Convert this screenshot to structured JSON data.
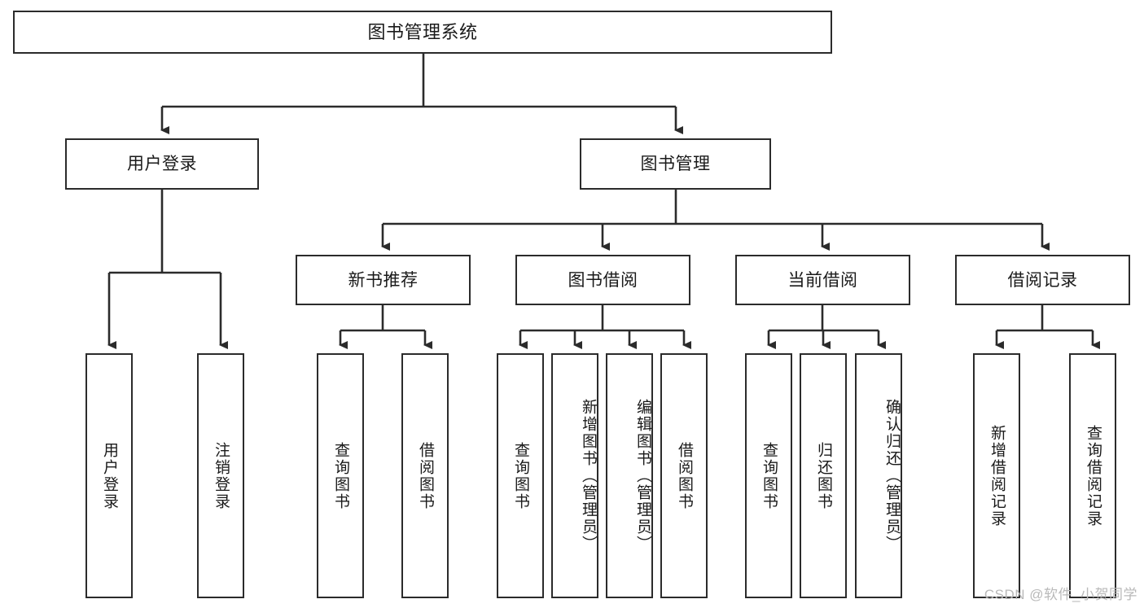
{
  "diagram": {
    "type": "tree-hierarchy",
    "title": "图书管理系统",
    "levels": 4,
    "root": {
      "label": "图书管理系统"
    },
    "level1": [
      {
        "label": "用户登录"
      },
      {
        "label": "图书管理"
      }
    ],
    "level2": [
      {
        "label": "新书推荐",
        "parent": "图书管理"
      },
      {
        "label": "图书借阅",
        "parent": "图书管理"
      },
      {
        "label": "当前借阅",
        "parent": "图书管理"
      },
      {
        "label": "借阅记录",
        "parent": "图书管理"
      }
    ],
    "leaves": {
      "user_login": [
        {
          "label": "用户登录"
        },
        {
          "label": "注销登录"
        }
      ],
      "new_book": [
        {
          "label": "查询图书"
        },
        {
          "label": "借阅图书"
        }
      ],
      "borrow_book": [
        {
          "label": "查询图书"
        },
        {
          "label": "新增图书（管理员）"
        },
        {
          "label": "编辑图书（管理员）"
        },
        {
          "label": "借阅图书"
        }
      ],
      "current_borrow": [
        {
          "label": "查询图书"
        },
        {
          "label": "归还图书"
        },
        {
          "label": "确认归还（管理员）"
        }
      ],
      "borrow_record": [
        {
          "label": "新增借阅记录"
        },
        {
          "label": "查询借阅记录"
        }
      ]
    }
  },
  "watermark": {
    "text": "CSDN @软件_小贺同学"
  },
  "colors": {
    "stroke": "#2b2b2b",
    "background": "#ffffff",
    "text": "#1a1a1a",
    "watermark": "#b9b9b9"
  }
}
